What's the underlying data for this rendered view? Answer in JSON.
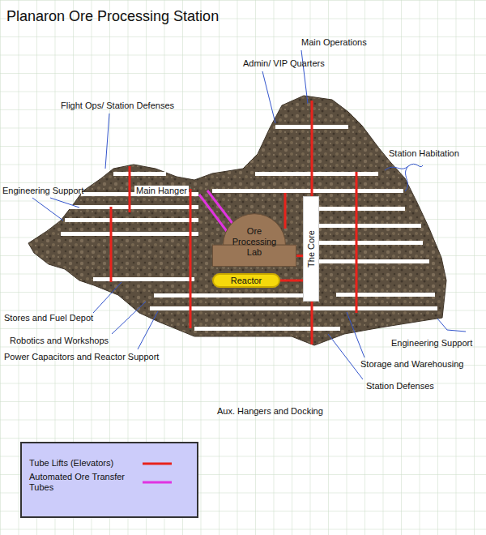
{
  "diagram": {
    "title": "Planaron Ore Processing Station",
    "nodes": [
      {
        "text": [
          "Ore Processing Lab"
        ]
      },
      {
        "text": [
          "The Core"
        ]
      },
      {
        "text": [
          "Reactor"
        ]
      }
    ],
    "edges": [
      {
        "from": 0,
        "to": 1,
        "arrow": "none"
      },
      {
        "from": 2,
        "to": 1,
        "arrow": "none"
      }
    ],
    "labels": [
      "Main Operations",
      "Admin/ VIP Quarters",
      "Flight Ops/ Station Defenses",
      "Station Habitation",
      "Engineering Support",
      "Main Hanger",
      "Stores and Fuel Depot",
      "Robotics and Workshops",
      "Power Capacitors and Reactor Support",
      "Engineering Support",
      "Storage and Warehousing",
      "Station Defenses",
      "Aux. Hangers and Docking"
    ],
    "legend": [
      {
        "text": "Tube Lifts (Elevators)"
      },
      {
        "text": "Automated Ore Transfer Tubes"
      }
    ]
  }
}
